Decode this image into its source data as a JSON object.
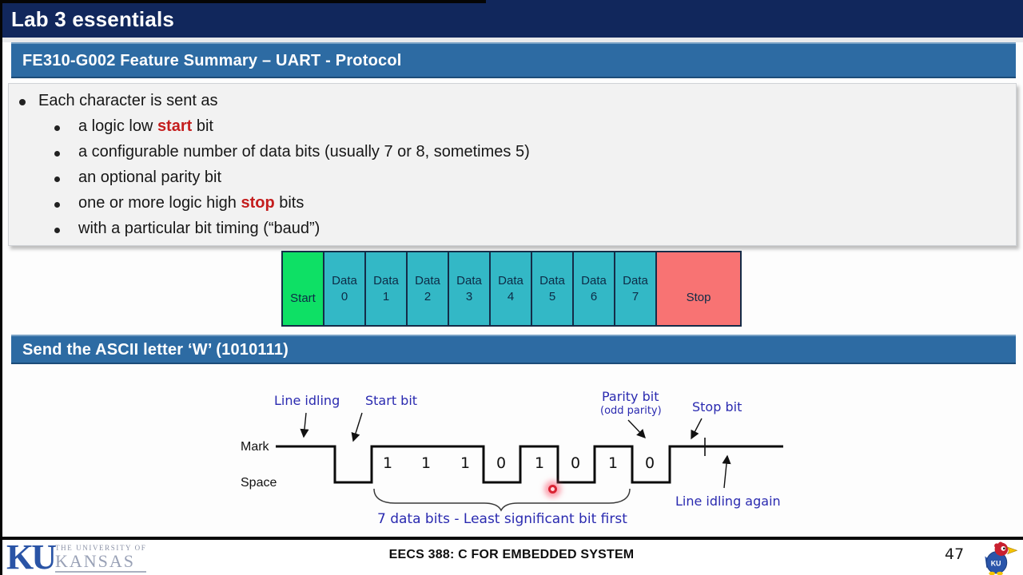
{
  "slide": {
    "title": "Lab 3 essentials"
  },
  "sections": {
    "protocol_header": "FE310-G002 Feature Summary – UART - Protocol",
    "ascii_header": "Send the ASCII letter ‘W’ (1010111)"
  },
  "bullets": {
    "main": "Each character is sent as",
    "sub": [
      {
        "pre": "a logic low ",
        "em": "start",
        "post": " bit"
      },
      {
        "pre": "a configurable number of data bits (usually 7 or 8, sometimes 5)",
        "em": "",
        "post": ""
      },
      {
        "pre": "an optional parity bit",
        "em": "",
        "post": ""
      },
      {
        "pre": "one or more logic high ",
        "em": "stop",
        "post": " bits"
      },
      {
        "pre": "with a particular bit timing (“baud”)",
        "em": "",
        "post": ""
      }
    ]
  },
  "frame": {
    "cells": [
      {
        "label": "Start",
        "sub": ""
      },
      {
        "label": "Data",
        "sub": "0"
      },
      {
        "label": "Data",
        "sub": "1"
      },
      {
        "label": "Data",
        "sub": "2"
      },
      {
        "label": "Data",
        "sub": "3"
      },
      {
        "label": "Data",
        "sub": "4"
      },
      {
        "label": "Data",
        "sub": "5"
      },
      {
        "label": "Data",
        "sub": "6"
      },
      {
        "label": "Data",
        "sub": "7"
      },
      {
        "label": "Stop",
        "sub": ""
      }
    ],
    "colors": {
      "start": "#0ee065",
      "data": "#33b8c6",
      "stop": "#f87373",
      "border": "#152c48"
    }
  },
  "waveform": {
    "mark": "Mark",
    "space": "Space",
    "bits": [
      "1",
      "1",
      "1",
      "0",
      "1",
      "0",
      "1",
      "0"
    ],
    "labels": {
      "line_idling": "Line idling",
      "start_bit": "Start bit",
      "parity_bit": "Parity bit",
      "parity_note": "(odd parity)",
      "stop_bit": "Stop bit",
      "line_idling_again": "Line idling again",
      "caption": "7 data bits - Least significant bit first"
    },
    "annotation_color": "#2a2ab0"
  },
  "footer": {
    "course": "EECS 388: C FOR EMBEDDED SYSTEM",
    "page": "47",
    "university": {
      "monogram": "KU",
      "line1": "THE UNIVERSITY OF",
      "line2": "KANSAS"
    }
  },
  "theme": {
    "navy": "#11275c",
    "blue": "#2d6ba3",
    "panel": "#f2f2f2",
    "red_accent": "#c41e1e"
  }
}
